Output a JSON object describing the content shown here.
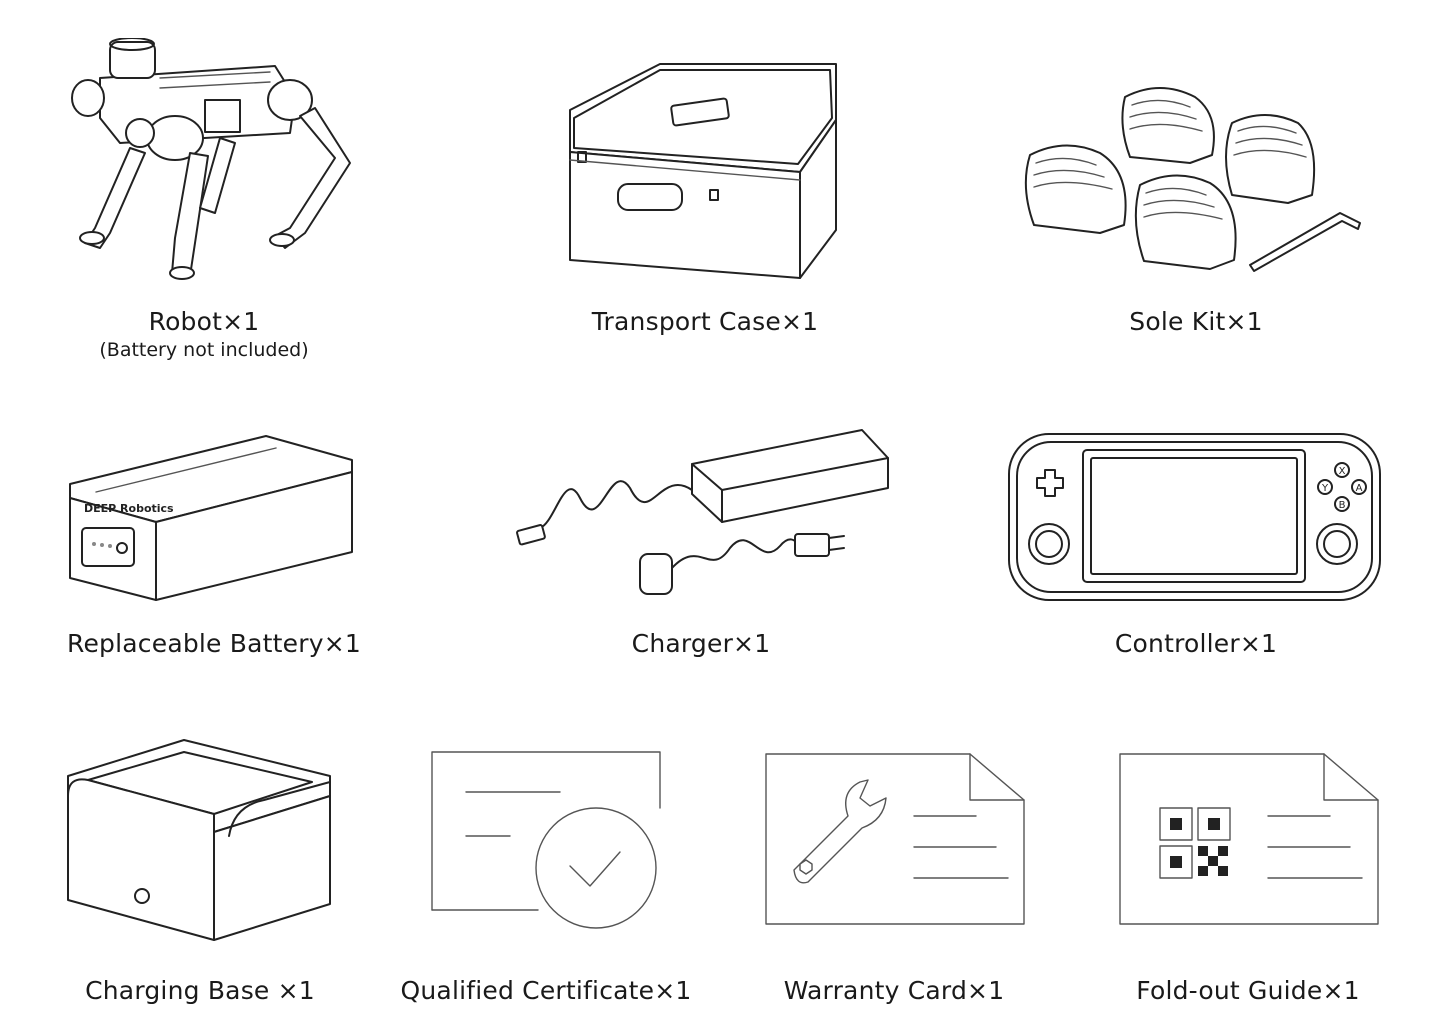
{
  "items": [
    {
      "id": "robot",
      "label": "Robot×1",
      "sublabel": "(Battery not included)"
    },
    {
      "id": "transport-case",
      "label": "Transport Case×1"
    },
    {
      "id": "sole-kit",
      "label": "Sole Kit×1"
    },
    {
      "id": "replaceable-battery",
      "label": "Replaceable Battery×1",
      "brand": "DEEP Robotics"
    },
    {
      "id": "charger",
      "label": "Charger×1"
    },
    {
      "id": "controller",
      "label": "Controller×1",
      "buttons": [
        "X",
        "Y",
        "A",
        "B"
      ]
    },
    {
      "id": "charging-base",
      "label": "Charging Base ×1"
    },
    {
      "id": "qualified-certificate",
      "label": "Qualified Certificate×1"
    },
    {
      "id": "warranty-card",
      "label": "Warranty Card×1"
    },
    {
      "id": "fold-out-guide",
      "label": "Fold-out Guide×1"
    }
  ]
}
